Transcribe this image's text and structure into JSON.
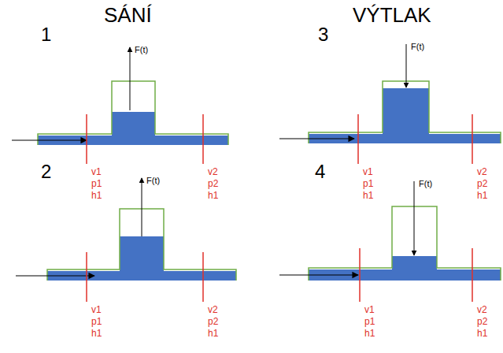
{
  "diagram": {
    "labels": [
      "SÁNÍ",
      "VÝTLAK",
      "1",
      "F(t)",
      "v1",
      "p1",
      "h1",
      "v2",
      "p2",
      "h1",
      "2",
      "F(t)",
      "v1",
      "p1",
      "h1",
      "v2",
      "p2",
      "h1",
      "3",
      "F(t)",
      "v1",
      "p1",
      "h1",
      "v2",
      "p2",
      "h1",
      "4",
      "F(t)",
      "v1",
      "p1",
      "h1",
      "v2",
      "p2",
      "h1"
    ]
  }
}
